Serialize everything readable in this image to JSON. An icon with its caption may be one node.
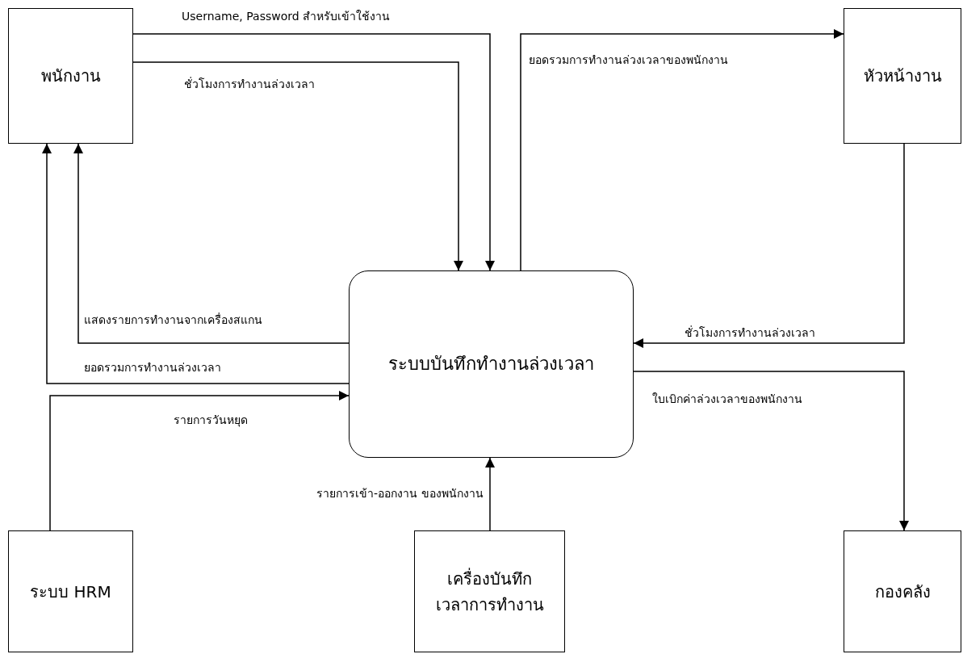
{
  "diagram": {
    "nodes": [
      {
        "text": [
          "พนักงาน"
        ]
      },
      {
        "text": [
          "หัวหน้างาน"
        ]
      },
      {
        "text": [
          "ระบบบันทึกทำงานล่วงเวลา"
        ]
      },
      {
        "text": [
          "ระบบ HRM"
        ]
      },
      {
        "text": [
          "เครื่องบันทึก เวลาการทำงาน"
        ]
      },
      {
        "text": [
          "กองคลัง"
        ]
      }
    ],
    "edges": [
      {
        "from": 0,
        "to": 2,
        "arrow": "to",
        "label": "Username, Password สำหรับเข้าใช้งาน"
      },
      {
        "from": 0,
        "to": 2,
        "arrow": "to",
        "label": "ชั่วโมงการทำงานล่วงเวลา"
      },
      {
        "from": 2,
        "to": 1,
        "arrow": "to",
        "label": "ยอดรวมการทำงานล่วงเวลาของพนักงาน"
      },
      {
        "from": 1,
        "to": 2,
        "arrow": "to",
        "label": "ชั่วโมงการทำงานล่วงเวลา"
      },
      {
        "from": 2,
        "to": 5,
        "arrow": "to",
        "label": "ใบเบิกค่าล่วงเวลาของพนักงาน"
      },
      {
        "from": 2,
        "to": 0,
        "arrow": "to",
        "label": "แสดงรายการทำงานจากเครื่องสแกน"
      },
      {
        "from": 2,
        "to": 0,
        "arrow": "to",
        "label": "ยอดรวมการทำงานล่วงเวลา"
      },
      {
        "from": 3,
        "to": 2,
        "arrow": "to",
        "label": "รายการวันหยุด"
      },
      {
        "from": 4,
        "to": 2,
        "arrow": "to",
        "label": "รายการเข้า-ออกงาน ของพนักงาน"
      }
    ]
  }
}
